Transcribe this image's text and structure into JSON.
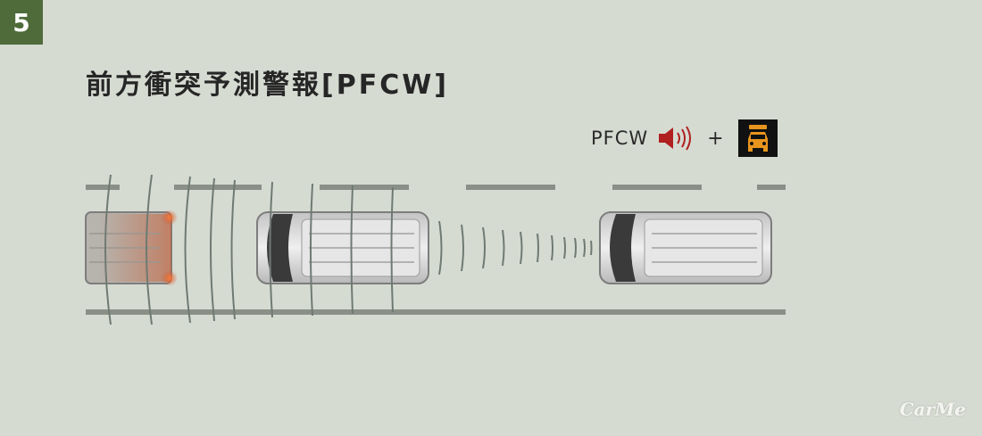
{
  "badge": {
    "number": "5"
  },
  "title": "前方衝突予測警報[PFCW]",
  "legend": {
    "text": "PFCW",
    "plus": "+",
    "speaker_icon": "speaker-sound-icon",
    "indicator_icon": "car-warning-indicator-icon"
  },
  "watermark": "CarMe",
  "colors": {
    "background": "#d6dbd2",
    "badge": "#4e6b39",
    "alert": "#b02020",
    "warning_glow": "#c8552a",
    "indicator_bg": "#111111",
    "indicator_glyph": "#e8951e"
  }
}
